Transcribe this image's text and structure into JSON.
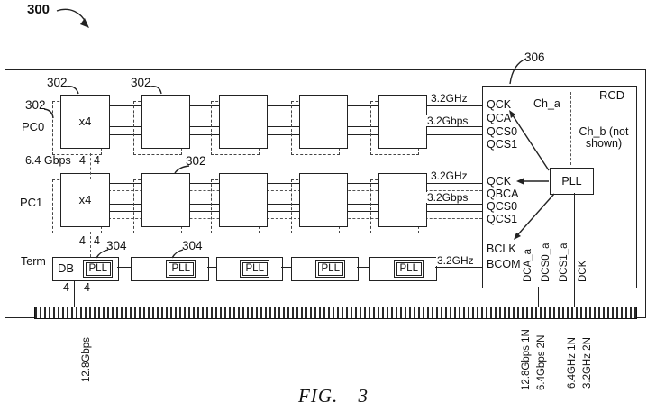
{
  "figure": {
    "ref": "300",
    "caption": "FIG. 3"
  },
  "refs": {
    "chip": "302",
    "buffer": "304",
    "rcd": "306"
  },
  "left": {
    "pc0": "PC0",
    "pc1": "PC1",
    "rate": "6.4 Gbps",
    "term": "Term",
    "width4": "4"
  },
  "chips": {
    "x4": "x4"
  },
  "buffer": {
    "db": "DB",
    "pll": "PLL"
  },
  "rates": {
    "ghz": "3.2GHz",
    "gbps": "3.2Gbps"
  },
  "rcd": {
    "title": "RCD",
    "ch_a": "Ch_a",
    "ch_b1": "Ch_b (not",
    "ch_b2": "shown)",
    "pll": "PLL",
    "row1": [
      "QCK",
      "QCA",
      "QCS0",
      "QCS1"
    ],
    "row2": [
      "QCK",
      "QBCA",
      "QCS0",
      "QCS1"
    ],
    "bcom": [
      "BCLK",
      "BCOM"
    ],
    "outs": [
      "DCA_a",
      "DCS0_a",
      "DCS1_a",
      "DCK"
    ]
  },
  "connector": {
    "left_rate": "12.8Gbps",
    "host1": [
      "12.8Gbps 1N",
      "6.4Gbps 2N"
    ],
    "host2": [
      "6.4GHz 1N",
      "3.2GHz 2N"
    ]
  }
}
